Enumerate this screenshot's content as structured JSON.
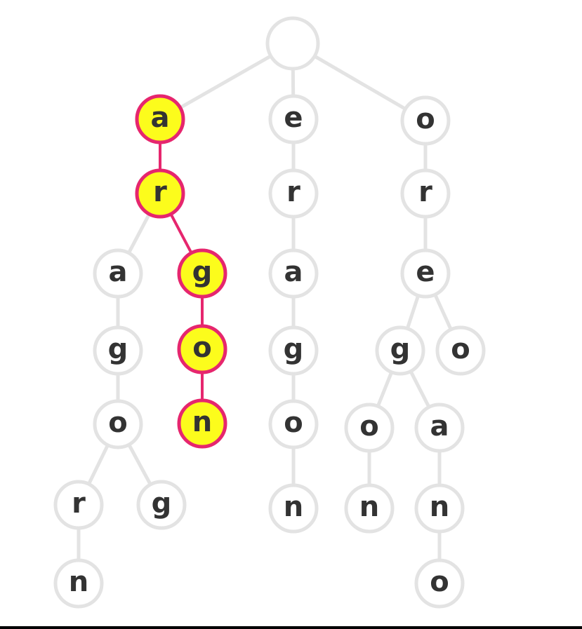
{
  "colors": {
    "edge": "#e3e3e3",
    "highlight_edge": "#e6266e",
    "highlight_fill": "#fcfc1c",
    "node_fill": "#ffffff",
    "label": "#333333"
  },
  "tree": {
    "nodes": [
      {
        "id": "root",
        "label": "",
        "highlighted": false
      },
      {
        "id": "a1",
        "label": "a",
        "highlighted": true
      },
      {
        "id": "r1",
        "label": "r",
        "highlighted": true
      },
      {
        "id": "a2",
        "label": "a",
        "highlighted": false
      },
      {
        "id": "g1",
        "label": "g",
        "highlighted": false
      },
      {
        "id": "o1",
        "label": "o",
        "highlighted": false
      },
      {
        "id": "r2",
        "label": "r",
        "highlighted": false
      },
      {
        "id": "n1",
        "label": "n",
        "highlighted": false
      },
      {
        "id": "g2",
        "label": "g",
        "highlighted": false
      },
      {
        "id": "g3",
        "label": "g",
        "highlighted": true
      },
      {
        "id": "o2",
        "label": "o",
        "highlighted": true
      },
      {
        "id": "n2",
        "label": "n",
        "highlighted": true
      },
      {
        "id": "e1",
        "label": "e",
        "highlighted": false
      },
      {
        "id": "r3",
        "label": "r",
        "highlighted": false
      },
      {
        "id": "a3",
        "label": "a",
        "highlighted": false
      },
      {
        "id": "g4",
        "label": "g",
        "highlighted": false
      },
      {
        "id": "o3",
        "label": "o",
        "highlighted": false
      },
      {
        "id": "n3",
        "label": "n",
        "highlighted": false
      },
      {
        "id": "o4",
        "label": "o",
        "highlighted": false
      },
      {
        "id": "r4",
        "label": "r",
        "highlighted": false
      },
      {
        "id": "e2",
        "label": "e",
        "highlighted": false
      },
      {
        "id": "g5",
        "label": "g",
        "highlighted": false
      },
      {
        "id": "o5",
        "label": "o",
        "highlighted": false
      },
      {
        "id": "n4",
        "label": "n",
        "highlighted": false
      },
      {
        "id": "a4",
        "label": "a",
        "highlighted": false
      },
      {
        "id": "n5",
        "label": "n",
        "highlighted": false
      },
      {
        "id": "o6",
        "label": "o",
        "highlighted": false
      },
      {
        "id": "o7",
        "label": "o",
        "highlighted": false
      }
    ],
    "edges": [
      {
        "from": "root",
        "to": "a1",
        "highlighted": false
      },
      {
        "from": "root",
        "to": "e1",
        "highlighted": false
      },
      {
        "from": "root",
        "to": "o4",
        "highlighted": false
      },
      {
        "from": "a1",
        "to": "r1",
        "highlighted": true
      },
      {
        "from": "r1",
        "to": "a2",
        "highlighted": false
      },
      {
        "from": "r1",
        "to": "g3",
        "highlighted": true
      },
      {
        "from": "a2",
        "to": "g1",
        "highlighted": false
      },
      {
        "from": "g1",
        "to": "o1",
        "highlighted": false
      },
      {
        "from": "o1",
        "to": "r2",
        "highlighted": false
      },
      {
        "from": "o1",
        "to": "g2",
        "highlighted": false
      },
      {
        "from": "r2",
        "to": "n1",
        "highlighted": false
      },
      {
        "from": "g3",
        "to": "o2",
        "highlighted": true
      },
      {
        "from": "o2",
        "to": "n2",
        "highlighted": true
      },
      {
        "from": "e1",
        "to": "r3",
        "highlighted": false
      },
      {
        "from": "r3",
        "to": "a3",
        "highlighted": false
      },
      {
        "from": "a3",
        "to": "g4",
        "highlighted": false
      },
      {
        "from": "g4",
        "to": "o3",
        "highlighted": false
      },
      {
        "from": "o3",
        "to": "n3",
        "highlighted": false
      },
      {
        "from": "o4",
        "to": "r4",
        "highlighted": false
      },
      {
        "from": "r4",
        "to": "e2",
        "highlighted": false
      },
      {
        "from": "e2",
        "to": "g5",
        "highlighted": false
      },
      {
        "from": "e2",
        "to": "o7",
        "highlighted": false
      },
      {
        "from": "g5",
        "to": "o5",
        "highlighted": false
      },
      {
        "from": "g5",
        "to": "a4",
        "highlighted": false
      },
      {
        "from": "o5",
        "to": "n4",
        "highlighted": false
      },
      {
        "from": "a4",
        "to": "n5",
        "highlighted": false
      },
      {
        "from": "n5",
        "to": "o6",
        "highlighted": false
      }
    ]
  }
}
